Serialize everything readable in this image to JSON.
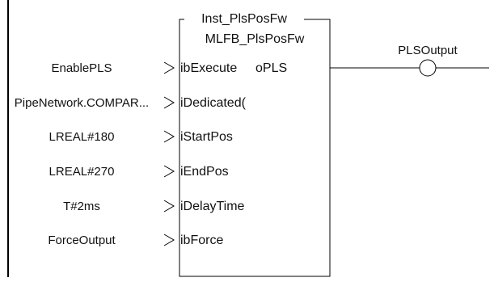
{
  "block": {
    "instance": "Inst_PlsPosFw",
    "type": "MLFB_PlsPosFw"
  },
  "inputs": [
    {
      "variable": "EnablePLS",
      "pin": "ibExecute"
    },
    {
      "variable": "PipeNetwork.COMPAR...",
      "pin": "iDedicated("
    },
    {
      "variable": "LREAL#180",
      "pin": "iStartPos"
    },
    {
      "variable": "LREAL#270",
      "pin": "iEndPos"
    },
    {
      "variable": "T#2ms",
      "pin": "iDelayTime"
    },
    {
      "variable": "ForceOutput",
      "pin": "ibForce"
    }
  ],
  "outputs": [
    {
      "pin": "oPLS",
      "variable": "PLSOutput"
    }
  ],
  "colors": {
    "line": "#000000",
    "text": "#111111",
    "background": "#ffffff"
  }
}
